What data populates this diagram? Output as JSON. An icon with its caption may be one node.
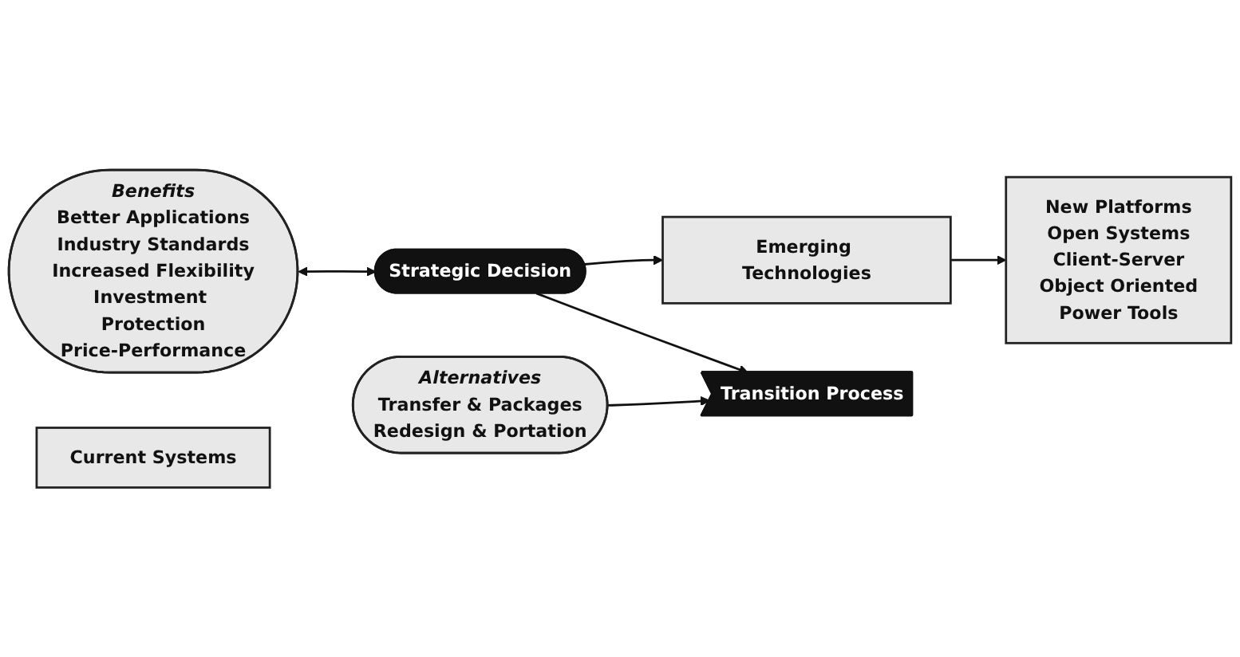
{
  "diagram": {
    "nodes": [
      {
        "text": [
          "Benefits",
          "Better Applications",
          "Industry Standards",
          "Increased Flexibility",
          "Investment Protection",
          "Price-Performance"
        ]
      },
      {
        "text": [
          "Strategic Decision"
        ]
      },
      {
        "text": [
          "Emerging Technologies"
        ]
      },
      {
        "text": [
          "Transition Process"
        ]
      },
      {
        "text": [
          "New Platforms",
          "Open Systems",
          "Client-Server",
          "Object Oriented",
          "Power Tools"
        ]
      },
      {
        "text": [
          "Current Systems"
        ]
      },
      {
        "text": [
          "Alternatives",
          "Transfer & Packages",
          "Redesign & Portation"
        ]
      }
    ],
    "edges": [
      {
        "from": 0,
        "to": 1,
        "arrow": "both"
      },
      {
        "from": 1,
        "to": 2,
        "arrow": "to"
      },
      {
        "from": 1,
        "to": 3,
        "arrow": "to"
      },
      {
        "from": 2,
        "to": 4,
        "arrow": "to"
      },
      {
        "from": 6,
        "to": 3,
        "arrow": "to"
      }
    ]
  }
}
